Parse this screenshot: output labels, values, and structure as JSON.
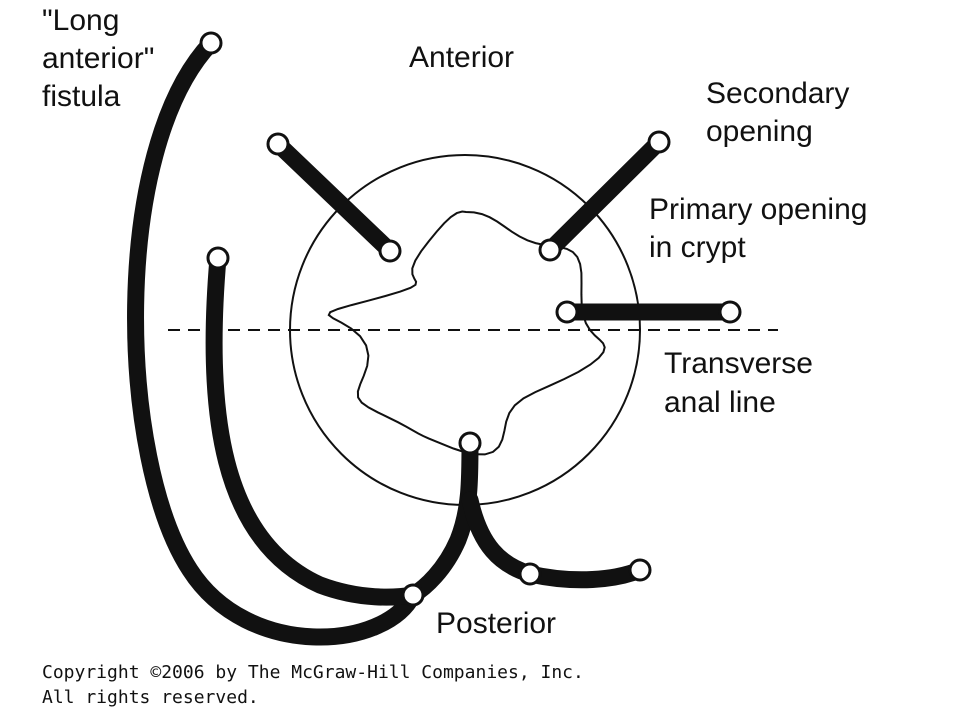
{
  "labels": {
    "long_anterior_fistula": [
      "\"Long",
      "anterior\"",
      "fistula"
    ],
    "anterior": "Anterior",
    "secondary_opening": [
      "Secondary",
      "opening"
    ],
    "primary_opening": [
      "Primary opening",
      "in crypt"
    ],
    "transverse_anal_line": [
      "Transverse",
      "anal line"
    ],
    "posterior": "Posterior"
  },
  "copyright": {
    "line1": "Copyright ©2006 by The McGraw-Hill Companies, Inc.",
    "line2": "All rights reserved."
  },
  "colors": {
    "ink": "#111111",
    "background": "#ffffff"
  }
}
